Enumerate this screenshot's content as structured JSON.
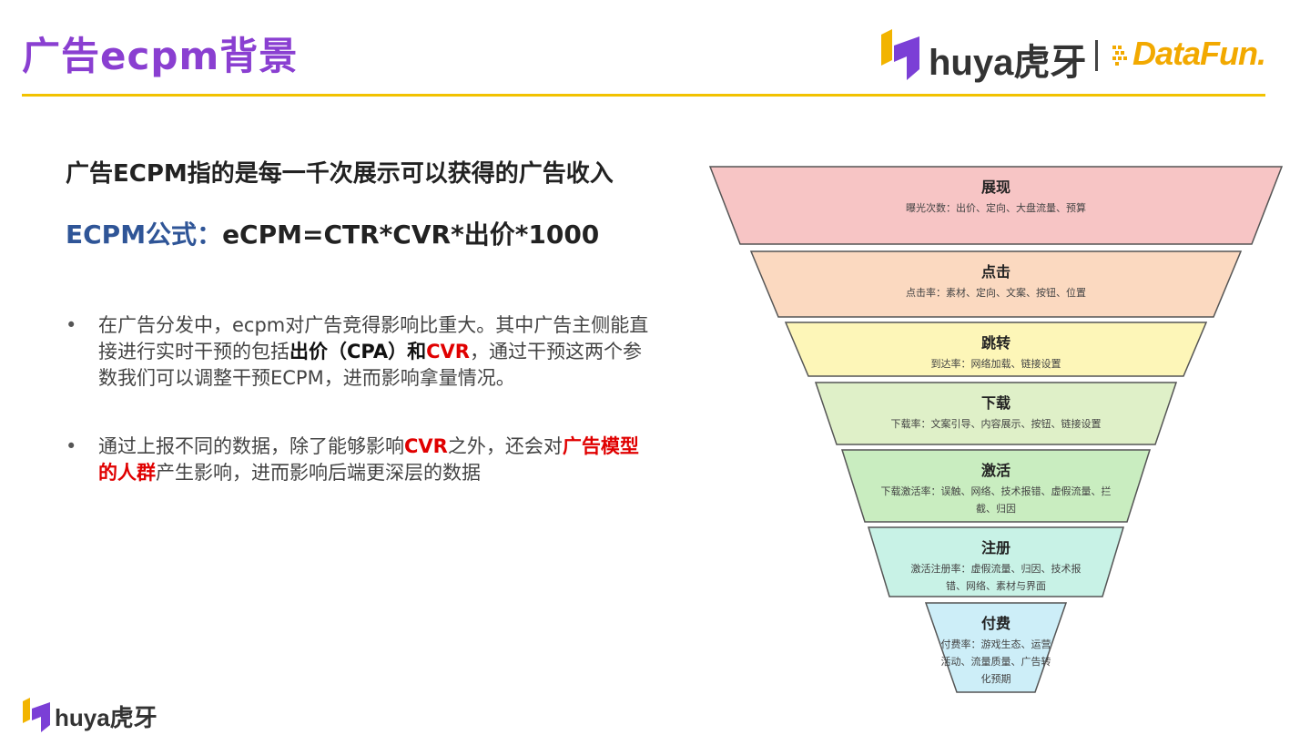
{
  "header": {
    "title": "广告ecpm背景",
    "logo_huya": "huya虎牙",
    "logo_separator": "|",
    "logo_datafun": "DataFun.",
    "rule_color": "#f2c200",
    "title_color": "#8a3fd1"
  },
  "content": {
    "headline": "广告ECPM指的是每一千次展示可以获得的广告收入",
    "formula_label": "ECPM公式：",
    "formula_expr": "eCPM=CTR*CVR*出价*1000",
    "bullet_marker": "•",
    "bullets": [
      {
        "segments": [
          {
            "text": "在广告分发中，ecpm对广告竞得影响比重大。其中广告主侧能直接进行实时干预的包括",
            "style": "normal"
          },
          {
            "text": "出价（CPA）和",
            "style": "bold"
          },
          {
            "text": "CVR",
            "style": "red"
          },
          {
            "text": "，通过干预这两个参数我们可以调整干预ECPM，进而影响拿量情况。",
            "style": "normal"
          }
        ]
      },
      {
        "segments": [
          {
            "text": "通过上报不同的数据，除了能够影响",
            "style": "normal"
          },
          {
            "text": "CVR",
            "style": "red"
          },
          {
            "text": "之外，还会对",
            "style": "normal"
          },
          {
            "text": "广告模型的人群",
            "style": "red"
          },
          {
            "text": "产生影响，进而影响后端更深层的数据",
            "style": "normal"
          }
        ]
      }
    ]
  },
  "funnel": {
    "stages": [
      {
        "title": "展现",
        "desc": [
          "曝光次数：出价、定向、大盘流量、预算"
        ],
        "fill": "#f7c5c5"
      },
      {
        "title": "点击",
        "desc": [
          "点击率：素材、定向、文案、按钮、位置"
        ],
        "fill": "#fbd9c0"
      },
      {
        "title": "跳转",
        "desc": [
          "到达率：网络加载、链接设置"
        ],
        "fill": "#fdf6b8"
      },
      {
        "title": "下载",
        "desc": [
          "下载率：文案引导、内容展示、按钮、链接设置"
        ],
        "fill": "#dff0c8"
      },
      {
        "title": "激活",
        "desc": [
          "下载激活率：误触、网络、技术报错、虚假流量、拦",
          "截、归因"
        ],
        "fill": "#c9edc0"
      },
      {
        "title": "注册",
        "desc": [
          "激活注册率：虚假流量、归因、技术报",
          "错、网络、素材与界面"
        ],
        "fill": "#c8f2e6"
      },
      {
        "title": "付费",
        "desc": [
          "付费率：游戏生态、运营",
          "活动、流量质量、广告转",
          "化预期"
        ],
        "fill": "#cdeef8"
      }
    ]
  },
  "footer": {
    "logo_text": "huya虎牙"
  }
}
